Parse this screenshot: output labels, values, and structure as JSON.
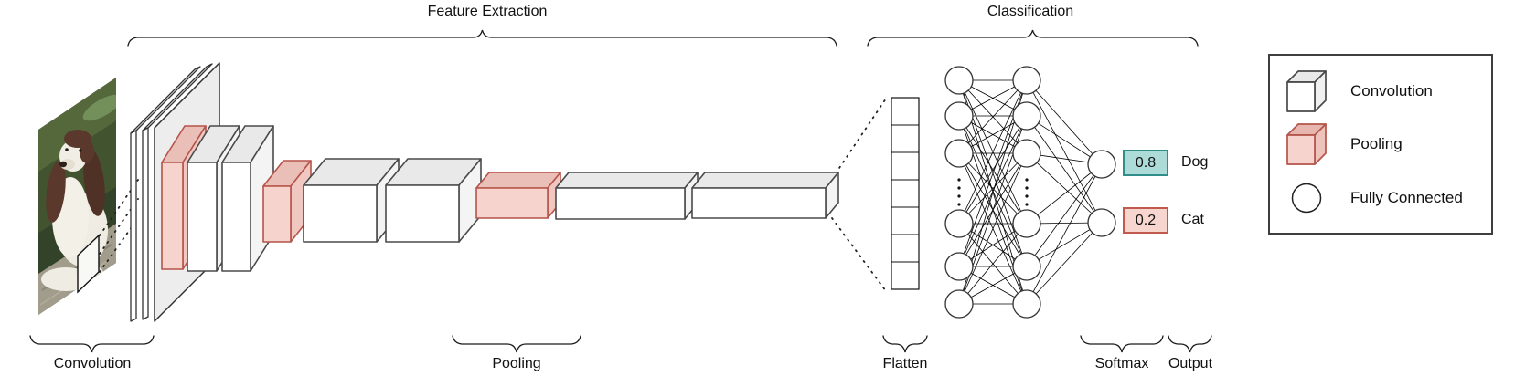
{
  "diagram_title": {
    "feature_extraction": "Feature Extraction",
    "classification": "Classification"
  },
  "stage_labels": {
    "convolution": "Convolution",
    "pooling": "Pooling",
    "flatten": "Flatten",
    "softmax": "Softmax",
    "output": "Output"
  },
  "outputs": [
    {
      "probability": "0.8",
      "label": "Dog",
      "fill": "#addbd8",
      "border": "#2f8e8a"
    },
    {
      "probability": "0.2",
      "label": "Cat",
      "fill": "#f8d6d0",
      "border": "#c05a4e"
    }
  ],
  "legend": {
    "items": [
      {
        "icon": "convolution-cube-icon",
        "label": "Convolution"
      },
      {
        "icon": "pooling-cube-icon",
        "label": "Pooling"
      },
      {
        "icon": "fully-connected-circle-icon",
        "label": "Fully Connected"
      }
    ]
  },
  "network": {
    "flatten_cells": 7,
    "fc_layer1_visible_nodes": 6,
    "fc_layer2_visible_nodes": 6,
    "output_nodes": 2
  },
  "colors": {
    "convolution_fill": "#ffffff",
    "convolution_top": "#e9e9e9",
    "convolution_side": "#f4f4f4",
    "convolution_border": "#4a4a4a",
    "pooling_fill": "#f6d3cd",
    "pooling_top": "#eabfb8",
    "pooling_side": "#f1c8c1",
    "pooling_border": "#b5544a",
    "feature_sheet_fill": "#ededed"
  }
}
